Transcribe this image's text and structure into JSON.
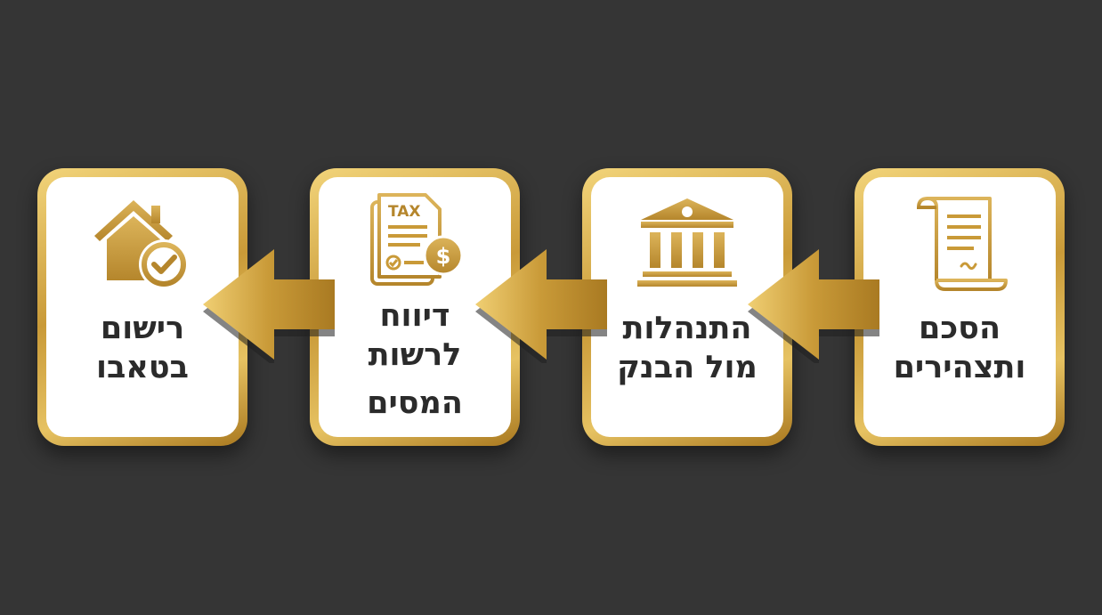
{
  "steps": [
    {
      "icon": "house-check-icon",
      "lines": [
        "רישום",
        "בטאבו"
      ]
    },
    {
      "icon": "tax-document-icon",
      "icon_text": "TAX",
      "lines": [
        "דיווח",
        "לרשות",
        "המסים"
      ]
    },
    {
      "icon": "bank-building-icon",
      "lines": [
        "התנהלות",
        "מול הבנק"
      ]
    },
    {
      "icon": "contract-scroll-icon",
      "lines": [
        "הסכם",
        "ותצהירים"
      ]
    }
  ],
  "colors": {
    "background": "#353535",
    "gold": "#c99a38",
    "text": "#2b2b2b"
  }
}
